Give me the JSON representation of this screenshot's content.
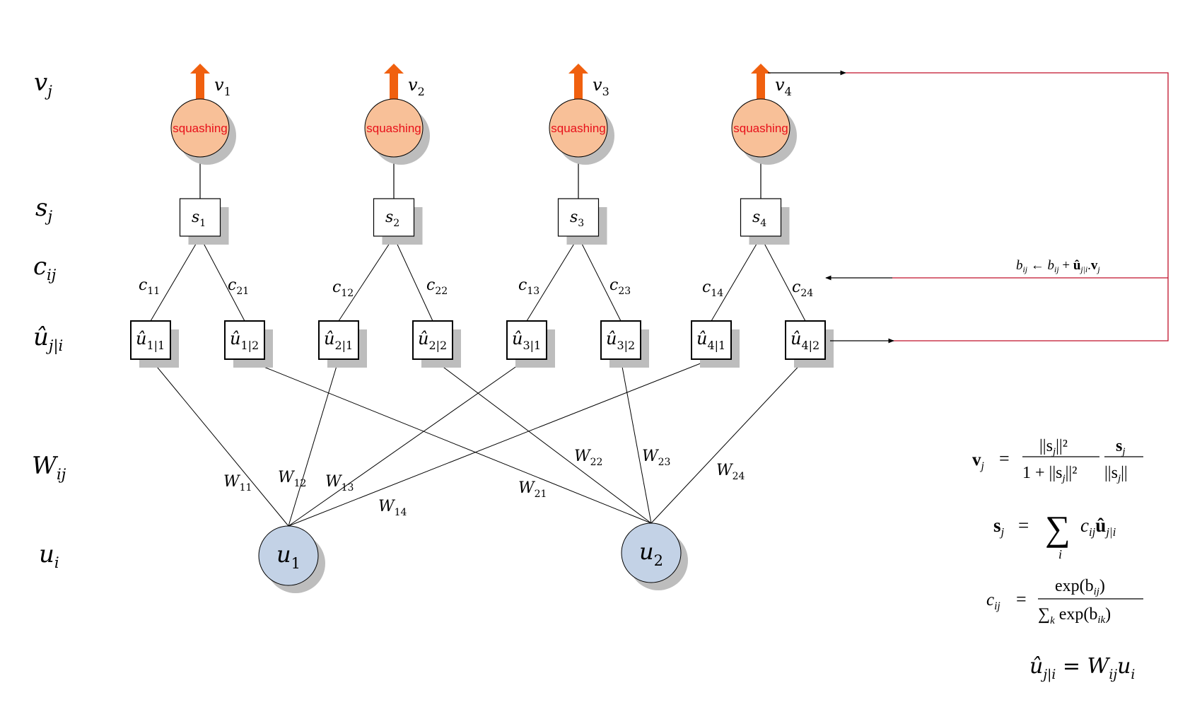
{
  "row_labels": {
    "v": {
      "base": "v",
      "sub": "j"
    },
    "s": {
      "base": "s",
      "sub": "j"
    },
    "c": {
      "base": "c",
      "sub": "ij"
    },
    "u_hat": {
      "base": "û",
      "sub": "j|i"
    },
    "w": {
      "base": "W",
      "sub": "ij"
    },
    "u": {
      "base": "u",
      "sub": "i"
    }
  },
  "output_capsules": [
    {
      "label": "v",
      "sub": "1",
      "node_text": "squashing",
      "s_base": "s",
      "s_sub": "1"
    },
    {
      "label": "v",
      "sub": "2",
      "node_text": "squashing",
      "s_base": "s",
      "s_sub": "2"
    },
    {
      "label": "v",
      "sub": "3",
      "node_text": "squashing",
      "s_base": "s",
      "s_sub": "3"
    },
    {
      "label": "v",
      "sub": "4",
      "node_text": "squashing",
      "s_base": "s",
      "s_sub": "4"
    }
  ],
  "coupling_labels": [
    {
      "base": "c",
      "sub": "11"
    },
    {
      "base": "c",
      "sub": "21"
    },
    {
      "base": "c",
      "sub": "12"
    },
    {
      "base": "c",
      "sub": "22"
    },
    {
      "base": "c",
      "sub": "13"
    },
    {
      "base": "c",
      "sub": "23"
    },
    {
      "base": "c",
      "sub": "14"
    },
    {
      "base": "c",
      "sub": "24"
    }
  ],
  "prediction_boxes": [
    {
      "base": "û",
      "sub": "1|1"
    },
    {
      "base": "û",
      "sub": "1|2"
    },
    {
      "base": "û",
      "sub": "2|1"
    },
    {
      "base": "û",
      "sub": "2|2"
    },
    {
      "base": "û",
      "sub": "3|1"
    },
    {
      "base": "û",
      "sub": "3|2"
    },
    {
      "base": "û",
      "sub": "4|1"
    },
    {
      "base": "û",
      "sub": "4|2"
    }
  ],
  "weight_labels": [
    {
      "base": "W",
      "sub": "11"
    },
    {
      "base": "W",
      "sub": "12"
    },
    {
      "base": "W",
      "sub": "13"
    },
    {
      "base": "W",
      "sub": "14"
    },
    {
      "base": "W",
      "sub": "21"
    },
    {
      "base": "W",
      "sub": "22"
    },
    {
      "base": "W",
      "sub": "23"
    },
    {
      "base": "W",
      "sub": "24"
    }
  ],
  "input_capsules": [
    {
      "base": "u",
      "sub": "1"
    },
    {
      "base": "u",
      "sub": "2"
    }
  ],
  "routing_update": {
    "text_a": "b",
    "sub_a": "ij",
    "arrow": " ← ",
    "text_b": "b",
    "sub_b": "ij",
    "plus": " + ",
    "u": "û",
    "u_sub": "j|i",
    "dot": ".",
    "v": "v",
    "v_sub": "j"
  },
  "formulas": {
    "squash": {
      "lhs": "v",
      "lhs_sub": "j",
      "eq": "=",
      "num1": "||s",
      "num1_sub": "j",
      "num1_end": "||²",
      "den1": "1 + ||s",
      "den1_sub": "j",
      "den1_end": "||²",
      "num2": "s",
      "num2_sub": "j",
      "den2": "||s",
      "den2_sub": "j",
      "den2_end": "||"
    },
    "sum": {
      "lhs": "s",
      "lhs_sub": "j",
      "eq": "=",
      "sigma": "∑",
      "sigma_sub": "i",
      "c": "c",
      "c_sub": "ij",
      "u": "û",
      "u_sub": "j|i"
    },
    "softmax": {
      "lhs": "c",
      "lhs_sub": "ij",
      "eq": "=",
      "num": "exp(b",
      "num_sub": "ij",
      "num_end": ")",
      "den_sigma": "∑",
      "den_sigma_sub": "k",
      "den": " exp(b",
      "den_sub": "ik",
      "den_end": ")"
    },
    "prediction": {
      "u": "û",
      "u_sub": "j|i",
      "eq": " = ",
      "w": "W",
      "w_sub": "ij",
      "ui": "u",
      "ui_sub": "i"
    }
  },
  "colors": {
    "squash_fill": "#f8c098",
    "squash_text": "#e8101a",
    "input_fill": "#c3d2e6",
    "output_arrow": "#f0600f",
    "feedback_line": "#c0102a",
    "shadow": "#bdbdbd"
  }
}
